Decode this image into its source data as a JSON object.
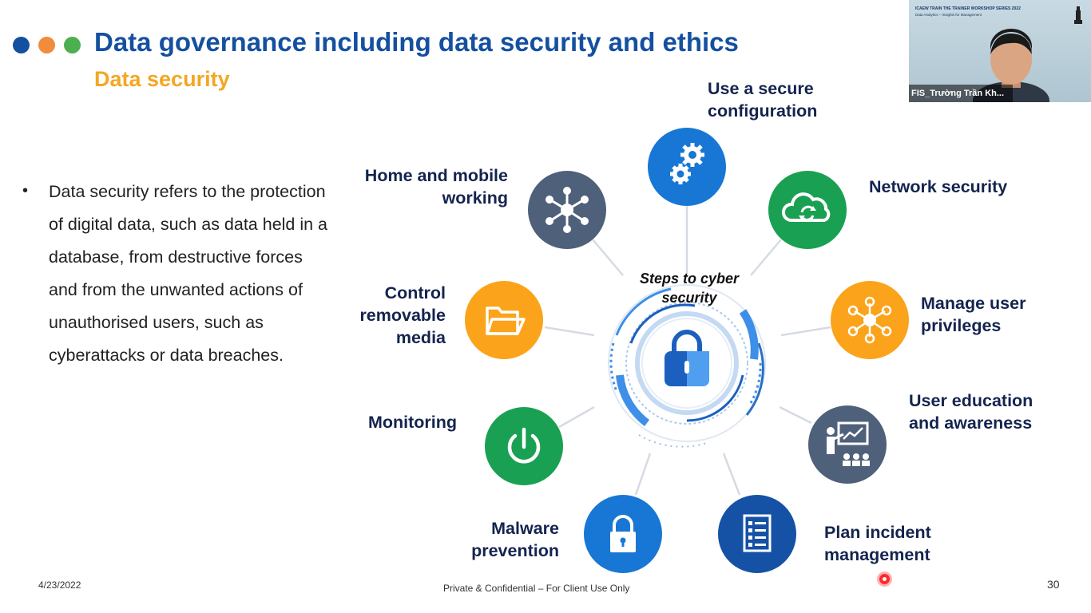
{
  "slide": {
    "title": "Data governance including data security and ethics",
    "subtitle": "Data security",
    "bullet": "Data security refers to the protection of digital data, such as data held in a database, from destructive forces and from the unwanted actions of unauthorised users, such as cyberattacks or data breaches.",
    "center_title": "Steps to cyber security",
    "steps": {
      "secure_config": "Use a secure configuration",
      "network_security": "Network security",
      "user_privileges": "Manage user privileges",
      "user_education": "User education and awareness",
      "incident_management": "Plan incident management",
      "malware_prevention": "Malware prevention",
      "monitoring": "Monitoring",
      "removable_media": "Control removable media",
      "home_mobile": "Home and mobile working"
    },
    "footer": {
      "date": "4/23/2022",
      "confidential": "Private & Confidential – For Client Use Only",
      "page_number": "30"
    },
    "colors": {
      "title_blue": "#1550a0",
      "accent_orange": "#f5a623",
      "dot_blue": "#1550a0",
      "dot_orange": "#f08c3c",
      "dot_green": "#4caf50",
      "blue": "#1877d4",
      "green": "#1aa052",
      "orange": "#fba31a",
      "slate": "#4f607a",
      "navy": "#1552a5"
    },
    "icons": {
      "secure_config": "gears-icon",
      "network_security": "cloud-sync-icon",
      "user_privileges": "user-network-icon",
      "user_education": "presentation-icon",
      "incident_management": "checklist-icon",
      "malware_prevention": "padlock-icon",
      "monitoring": "power-icon",
      "removable_media": "folder-icon",
      "home_mobile": "hub-network-icon",
      "center": "shield-lock-icon"
    }
  },
  "video_tile": {
    "participant_name": "FIS_Trường Trần Kh...",
    "banner_title": "ICAEW TRAIN THE TRAINER WORKSHOP SERIES 2022",
    "banner_subtitle": "Data Analytics – Insights for Management"
  }
}
